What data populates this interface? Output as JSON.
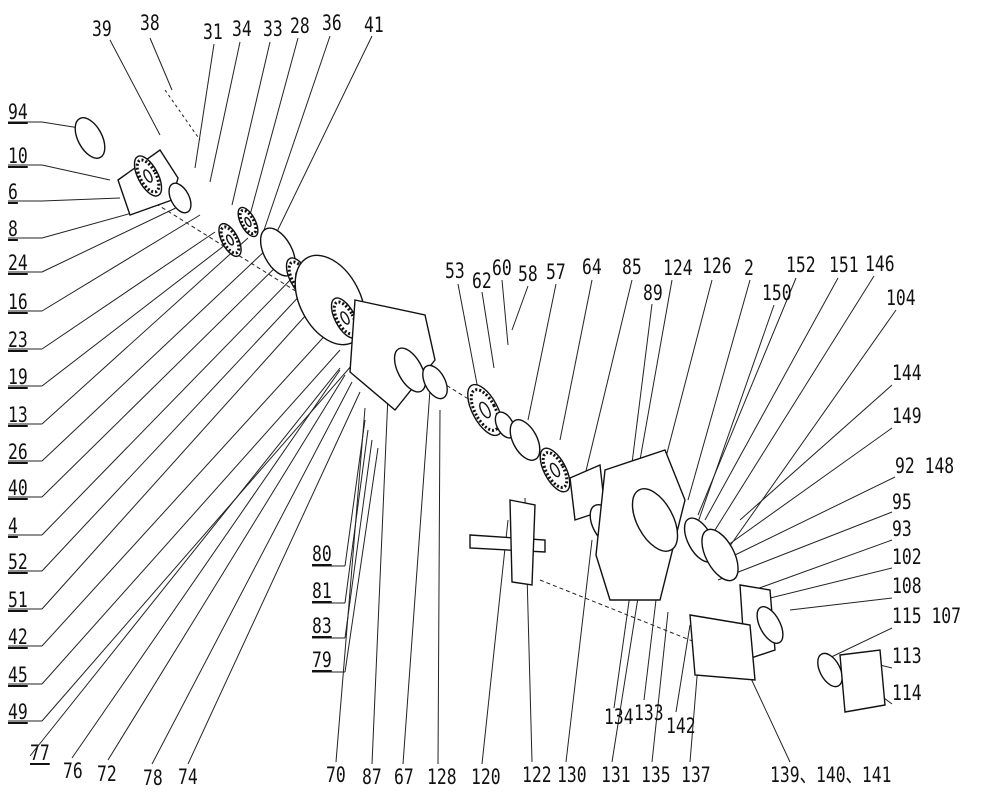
{
  "diagram": {
    "type": "exploded-parts-diagram",
    "part_numbers": {
      "left_column": [
        "94",
        "10",
        "6",
        "8",
        "24",
        "16",
        "23",
        "19",
        "13",
        "26",
        "40",
        "4",
        "52",
        "51",
        "42",
        "45",
        "49",
        "77"
      ],
      "top_row": [
        "39",
        "38",
        "31",
        "34",
        "33",
        "28",
        "36",
        "41"
      ],
      "middle_top": [
        "53",
        "62",
        "60",
        "58",
        "57",
        "64",
        "85",
        "89",
        "124",
        "126",
        "2",
        "152",
        "151",
        "146",
        "150",
        "104"
      ],
      "right_column": [
        "144",
        "149",
        "92 148",
        "95",
        "93",
        "102",
        "108",
        "115 107",
        "113",
        "114"
      ],
      "mid_left_column": [
        "80",
        "81",
        "83",
        "79"
      ],
      "bottom_row": [
        "76",
        "72",
        "78",
        "74",
        "70",
        "87",
        "67",
        "128",
        "120",
        "122",
        "130",
        "134",
        "133",
        "131",
        "135",
        "142",
        "137",
        "139、140、141"
      ]
    }
  }
}
